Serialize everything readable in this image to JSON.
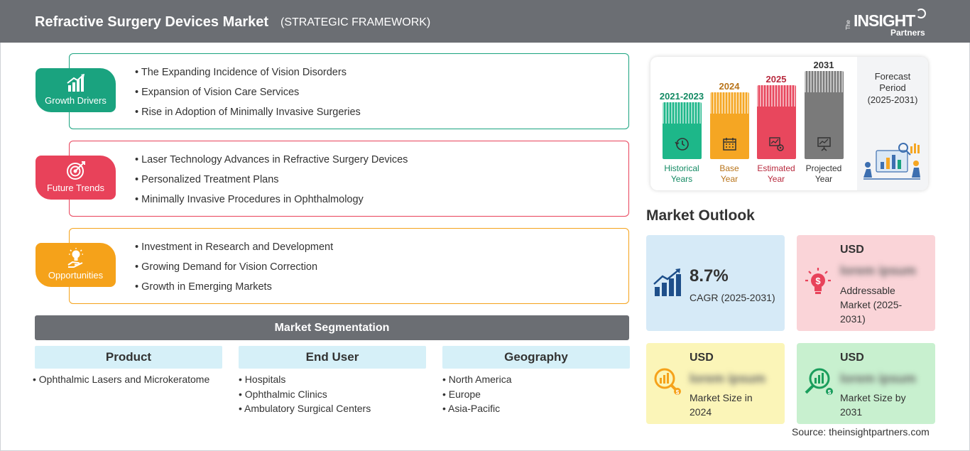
{
  "header": {
    "title": "Refractive Surgery Devices Market",
    "subtitle": "(STRATEGIC FRAMEWORK)",
    "logo": {
      "the": "The",
      "insight": "INSIGHT",
      "partners": "Partners"
    }
  },
  "framework": [
    {
      "label": "Growth Drivers",
      "color": "#1aa37f",
      "icon": "bar-growth-icon",
      "items": [
        "The Expanding Incidence of Vision Disorders",
        "Expansion of Vision Care Services",
        "Rise in Adoption of Minimally Invasive Surgeries"
      ]
    },
    {
      "label": "Future Trends",
      "color": "#e8425a",
      "icon": "target-icon",
      "items": [
        "Laser Technology Advances in Refractive Surgery Devices",
        "Personalized Treatment Plans",
        "Minimally Invasive Procedures in Ophthalmology"
      ]
    },
    {
      "label": "Opportunities",
      "color": "#f5a21a",
      "icon": "lightbulb-hand-icon",
      "items": [
        "Investment in Research and Development",
        "Growing Demand for Vision Correction",
        "Growth in Emerging Markets"
      ]
    }
  ],
  "segmentation": {
    "title": "Market Segmentation",
    "columns": [
      {
        "header": "Product",
        "items": [
          "Ophthalmic Lasers and Microkeratome"
        ]
      },
      {
        "header": "End User",
        "items": [
          "Hospitals",
          "Ophthalmic Clinics",
          "Ambulatory Surgical Centers"
        ]
      },
      {
        "header": "Geography",
        "items": [
          "North America",
          "Europe",
          "Asia-Pacific"
        ]
      }
    ]
  },
  "timeline": {
    "bars": [
      {
        "year": "2021-2023",
        "label1": "Historical",
        "label2": "Years",
        "color": "#1db789",
        "text_color": "#138a63"
      },
      {
        "year": "2024",
        "label1": "Base",
        "label2": "Year",
        "color": "#f5a623",
        "text_color": "#b8741a"
      },
      {
        "year": "2025",
        "label1": "Estimated",
        "label2": "Year",
        "color": "#e8475d",
        "text_color": "#b82a3e"
      },
      {
        "year": "2031",
        "label1": "Projected",
        "label2": "Year",
        "color": "#7a7a7a",
        "text_color": "#333333"
      }
    ],
    "forecast_title": "Forecast Period",
    "forecast_range": "(2025-2031)"
  },
  "outlook": {
    "title": "Market Outlook",
    "cagr": {
      "value": "8.7%",
      "label": "CAGR (2025-2031)"
    },
    "addressable": {
      "usd": "USD",
      "blurred": "lorem ipsum",
      "label": "Addressable Market (2025-2031)"
    },
    "size_2024": {
      "usd": "USD",
      "blurred": "lorem ipsum",
      "label": "Market Size in 2024"
    },
    "size_2031": {
      "usd": "USD",
      "blurred": "lorem ipsum",
      "label": "Market Size by 2031"
    }
  },
  "source": "Source: theinsightpartners.com"
}
